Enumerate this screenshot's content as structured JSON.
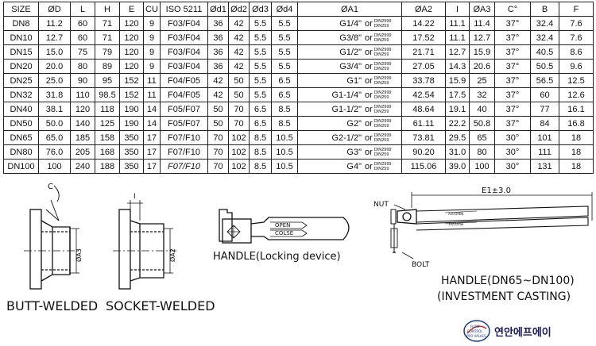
{
  "table": {
    "headers": [
      "SIZE",
      "ØD",
      "L",
      "H",
      "E",
      "CU",
      "ISO 5211",
      "Ød1",
      "Ød2",
      "Ød3",
      "Ød4",
      "ØA1",
      "ØA2",
      "I",
      "ØA3",
      "C°",
      "B",
      "F"
    ],
    "a1_or": "or",
    "std_top": "DIN2999",
    "std_bottom": "DIN259",
    "rows": [
      {
        "size": "DN8",
        "d": "11.2",
        "l": "60",
        "h": "71",
        "e": "120",
        "cu": "9",
        "iso": "F03/F04",
        "d1": "36",
        "d2": "42",
        "d3": "5.5",
        "d4": "5.5",
        "a1": "G1/4\"",
        "a2": "14.22",
        "i": "11.1",
        "a3": "11.4",
        "c": "37°",
        "b": "32.4",
        "f": "7.6"
      },
      {
        "size": "DN10",
        "d": "12.7",
        "l": "60",
        "h": "71",
        "e": "120",
        "cu": "9",
        "iso": "F03/F04",
        "d1": "36",
        "d2": "42",
        "d3": "5.5",
        "d4": "5.5",
        "a1": "G3/8\"",
        "a2": "17.52",
        "i": "11.1",
        "a3": "12.7",
        "c": "37°",
        "b": "32.4",
        "f": "7.6"
      },
      {
        "size": "DN15",
        "d": "15.0",
        "l": "75",
        "h": "79",
        "e": "120",
        "cu": "9",
        "iso": "F03/F04",
        "d1": "36",
        "d2": "42",
        "d3": "5.5",
        "d4": "5.5",
        "a1": "G1/2\"",
        "a2": "21.71",
        "i": "12.7",
        "a3": "15.9",
        "c": "37°",
        "b": "40.5",
        "f": "8.6"
      },
      {
        "size": "DN20",
        "d": "20.0",
        "l": "80",
        "h": "89",
        "e": "120",
        "cu": "9",
        "iso": "F03/F04",
        "d1": "36",
        "d2": "42",
        "d3": "5.5",
        "d4": "5.5",
        "a1": "G3/4\"",
        "a2": "27.05",
        "i": "14.3",
        "a3": "20.6",
        "c": "37°",
        "b": "50.5",
        "f": "9.6"
      },
      {
        "size": "DN25",
        "d": "25.0",
        "l": "90",
        "h": "95",
        "e": "152",
        "cu": "11",
        "iso": "F04/F05",
        "d1": "42",
        "d2": "50",
        "d3": "5.5",
        "d4": "6.5",
        "a1": "G1\"",
        "a2": "33.78",
        "i": "15.9",
        "a3": "25",
        "c": "37°",
        "b": "56.5",
        "f": "12.5"
      },
      {
        "size": "DN32",
        "d": "31.8",
        "l": "110",
        "h": "98.5",
        "e": "152",
        "cu": "11",
        "iso": "F04/F05",
        "d1": "42",
        "d2": "50",
        "d3": "5.5",
        "d4": "6.5",
        "a1": "G1-1/4\"",
        "a2": "42.54",
        "i": "17.5",
        "a3": "32",
        "c": "37°",
        "b": "60",
        "f": "12.6"
      },
      {
        "size": "DN40",
        "d": "38.1",
        "l": "120",
        "h": "118",
        "e": "190",
        "cu": "14",
        "iso": "F05/F07",
        "d1": "50",
        "d2": "70",
        "d3": "6.5",
        "d4": "8.5",
        "a1": "G1-1/2\"",
        "a2": "48.64",
        "i": "19.1",
        "a3": "40",
        "c": "37°",
        "b": "77",
        "f": "16.1"
      },
      {
        "size": "DN50",
        "d": "50.0",
        "l": "140",
        "h": "125",
        "e": "190",
        "cu": "14",
        "iso": "F05/F07",
        "d1": "50",
        "d2": "70",
        "d3": "6.5",
        "d4": "8.5",
        "a1": "G2\"",
        "a2": "61.11",
        "i": "22.2",
        "a3": "50.8",
        "c": "37°",
        "b": "84",
        "f": "16.8"
      },
      {
        "size": "DN65",
        "d": "65.0",
        "l": "185",
        "h": "158",
        "e": "350",
        "cu": "17",
        "iso": "F07/F10",
        "d1": "70",
        "d2": "102",
        "d3": "8.5",
        "d4": "10.5",
        "a1": "G2-1/2\"",
        "a2": "73.81",
        "i": "29.5",
        "a3": "65",
        "c": "30°",
        "b": "101",
        "f": "18"
      },
      {
        "size": "DN80",
        "d": "76.0",
        "l": "205",
        "h": "168",
        "e": "350",
        "cu": "17",
        "iso": "F07/F10",
        "d1": "70",
        "d2": "102",
        "d3": "8.5",
        "d4": "10.5",
        "a1": "G3\"",
        "a2": "90.20",
        "i": "31.0",
        "a3": "80",
        "c": "30°",
        "b": "111",
        "f": "18"
      },
      {
        "size": "DN100",
        "d": "100",
        "l": "240",
        "h": "188",
        "e": "350",
        "cu": "17",
        "iso": "F07/F10",
        "d1": "70",
        "d2": "102",
        "d3": "8.5",
        "d4": "10.5",
        "a1": "G4\"",
        "a2": "115.06",
        "i": "39.0",
        "a3": "100",
        "c": "30°",
        "b": "131",
        "f": "18"
      }
    ]
  },
  "drawings": {
    "butt_label": "BUTT-WELDED",
    "socket_label": "SOCKET-WELDED",
    "dim_c": "C",
    "dim_a3": "ØA3",
    "dim_a2": "ØA2",
    "dim_i": "I",
    "handle_lock_label": "HANDLE(Locking device)",
    "handle_open": "OPEN",
    "handle_close": "COLSE",
    "handle_big_title": "HANDLE(DN65~DN100)",
    "handle_big_sub": "(INVESTMENT CASTING)",
    "nut": "NUT",
    "bolt": "BOLT",
    "dim_e1": "E1±3.0",
    "handle_small_open": "Ant/OPEN",
    "handle_small_close": "3n/CLOSE"
  },
  "logo": {
    "line1": "FLOW",
    "line2": "CONTROL",
    "line3": "PRO VALVES",
    "company": "연안에프에이",
    "accent": "#1a3a8a",
    "accent2": "#c62828"
  }
}
